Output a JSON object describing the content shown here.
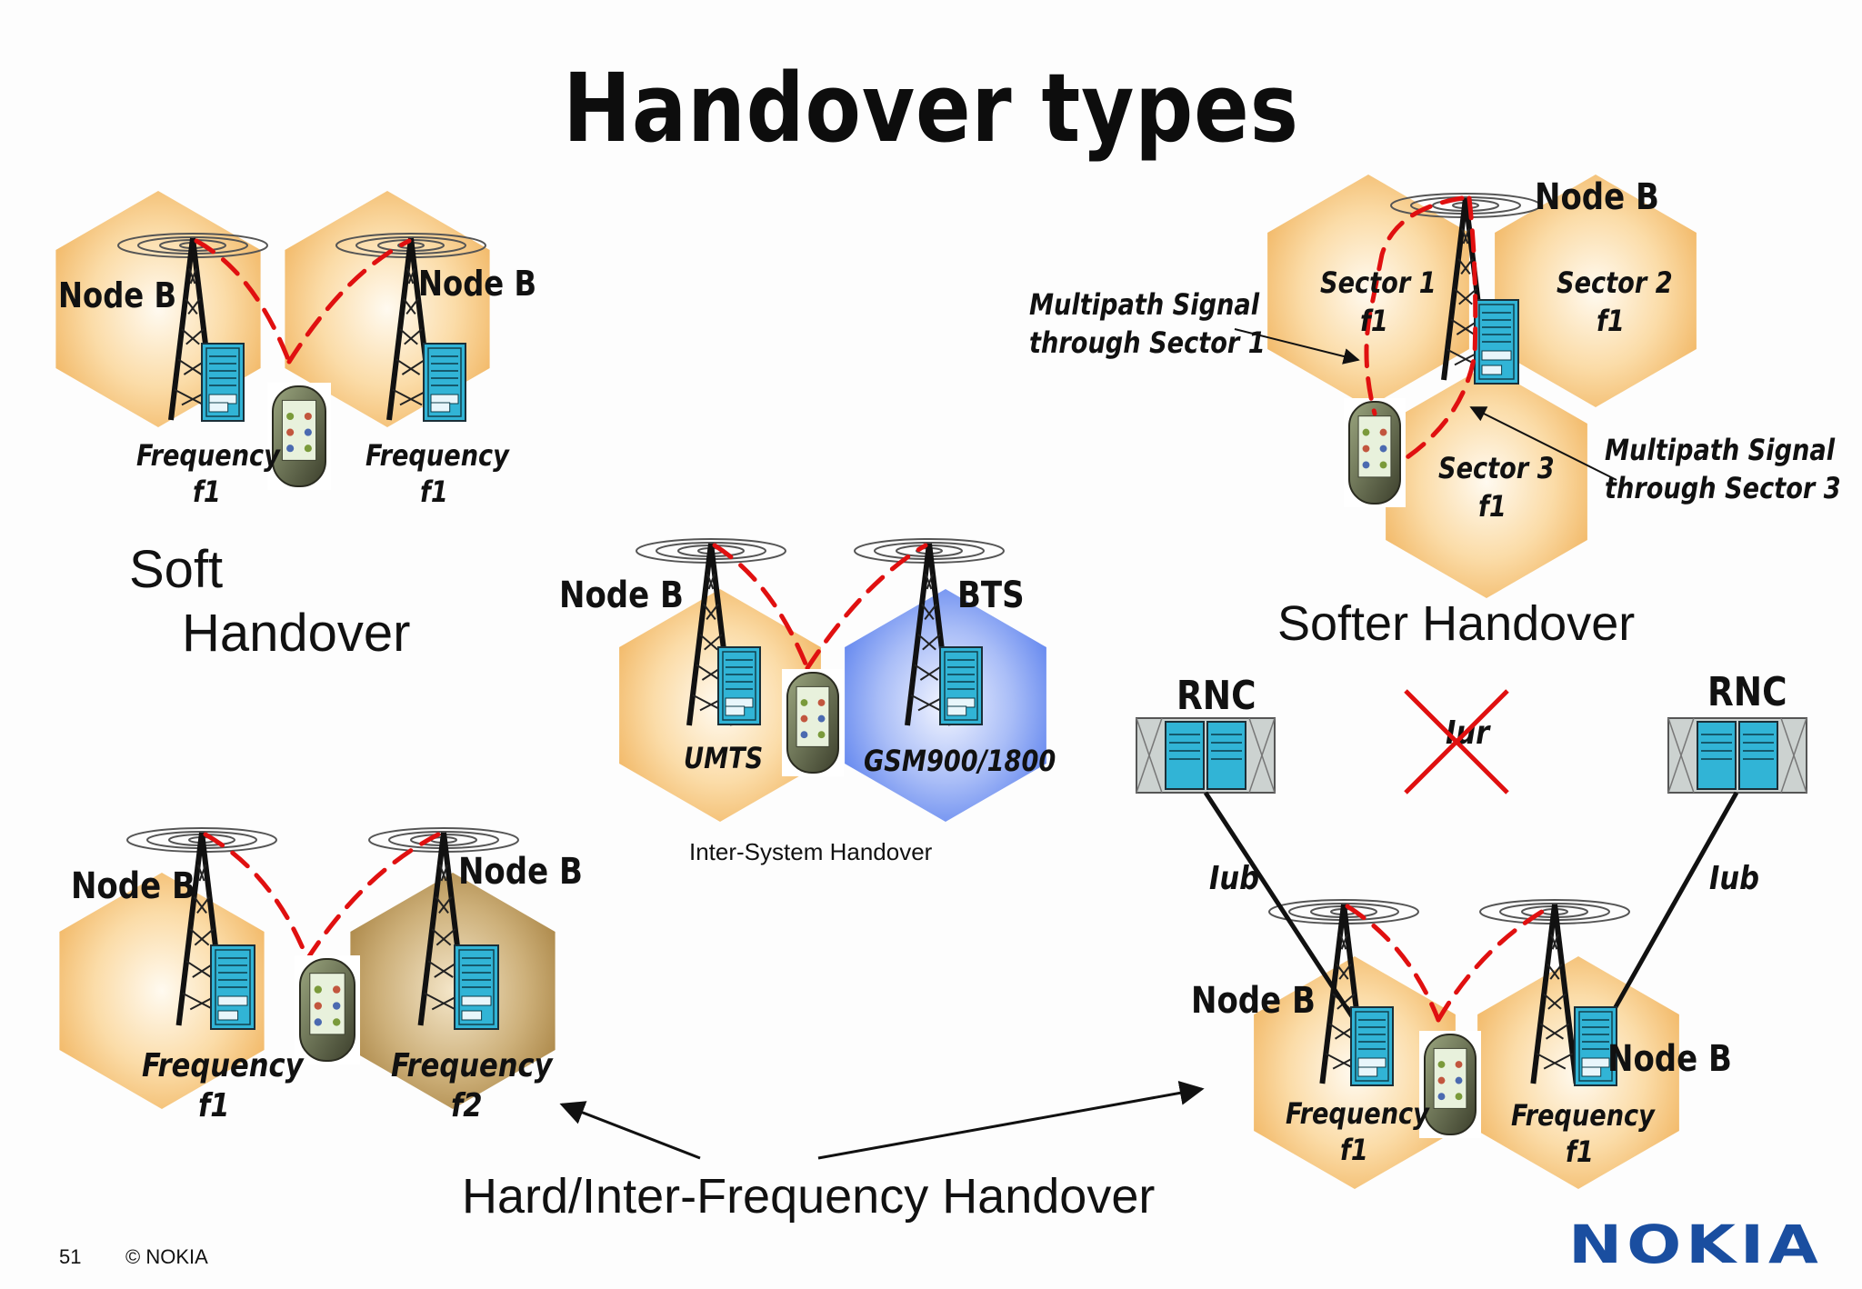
{
  "slide": {
    "title": "Handover types",
    "page_number": "51",
    "copyright": "© NOKIA",
    "logo_text": "NOKIA"
  },
  "soft": {
    "caption_line1": "Soft",
    "caption_line2": "Handover",
    "left_node": "Node B",
    "right_node": "Node B",
    "left_freq": "Frequency",
    "left_freq_val": "f1",
    "right_freq": "Frequency",
    "right_freq_val": "f1"
  },
  "softer": {
    "caption": "Softer Handover",
    "node": "Node B",
    "sector1": "Sector 1",
    "sector1_freq": "f1",
    "sector2": "Sector 2",
    "sector2_freq": "f1",
    "sector3": "Sector 3",
    "sector3_freq": "f1",
    "multipath1_line1": "Multipath Signal",
    "multipath1_line2": "through Sector 1",
    "multipath3_line1": "Multipath Signal",
    "multipath3_line2": "through Sector 3"
  },
  "intersystem": {
    "caption": "Inter-System Handover",
    "left_node": "Node B",
    "right_node": "BTS",
    "left_label": "UMTS",
    "right_label": "GSM900/1800"
  },
  "hard": {
    "caption": "Hard/Inter-Frequency Handover",
    "left_node": "Node B",
    "right_node": "Node B",
    "left_freq": "Frequency",
    "left_freq_val": "f1",
    "right_freq": "Frequency",
    "right_freq_val": "f2"
  },
  "rnc": {
    "left_rnc": "RNC",
    "right_rnc": "RNC",
    "iur": "Iur",
    "left_iub": "Iub",
    "right_iub": "Iub",
    "left_node": "Node B",
    "right_node": "Node B",
    "left_freq": "Frequency",
    "left_freq_val": "f1",
    "right_freq": "Frequency",
    "right_freq_val": "f1"
  },
  "colors": {
    "cell_orange": "#f3bc6c",
    "cell_gold": "#b08a4c",
    "cell_blue": "#6d8ff0",
    "signal_red": "#e01010",
    "cabinet_cyan": "#31b4d6",
    "nokia_blue": "#1a4ea0"
  }
}
